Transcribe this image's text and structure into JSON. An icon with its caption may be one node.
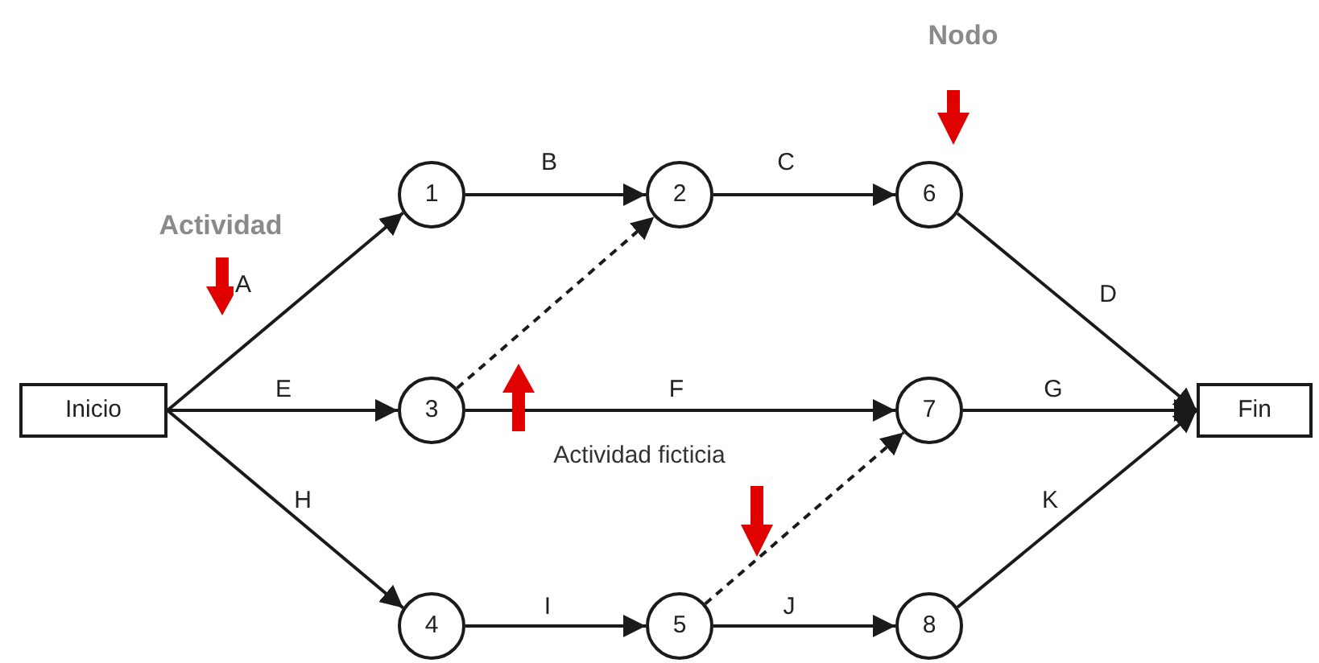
{
  "diagram": {
    "nodes": [
      {
        "text": [
          "Inicio"
        ]
      },
      {
        "text": [
          "1"
        ]
      },
      {
        "text": [
          "2"
        ]
      },
      {
        "text": [
          "6"
        ]
      },
      {
        "text": [
          "3"
        ]
      },
      {
        "text": [
          "7"
        ]
      },
      {
        "text": [
          "4"
        ]
      },
      {
        "text": [
          "5"
        ]
      },
      {
        "text": [
          "8"
        ]
      },
      {
        "text": [
          "Fin"
        ]
      }
    ],
    "edges": [
      {
        "from": 0,
        "to": 1,
        "arrow": "to",
        "label": "A"
      },
      {
        "from": 1,
        "to": 2,
        "arrow": "to",
        "label": "B"
      },
      {
        "from": 2,
        "to": 3,
        "arrow": "to",
        "label": "C"
      },
      {
        "from": 3,
        "to": 9,
        "arrow": "to",
        "label": "D"
      },
      {
        "from": 0,
        "to": 4,
        "arrow": "to",
        "label": "E"
      },
      {
        "from": 4,
        "to": 5,
        "arrow": "to",
        "label": "F"
      },
      {
        "from": 5,
        "to": 9,
        "arrow": "to",
        "label": "G"
      },
      {
        "from": 0,
        "to": 6,
        "arrow": "to",
        "label": "H"
      },
      {
        "from": 6,
        "to": 7,
        "arrow": "to",
        "label": "I"
      },
      {
        "from": 7,
        "to": 8,
        "arrow": "to",
        "label": "J"
      },
      {
        "from": 8,
        "to": 9,
        "arrow": "to",
        "label": "K"
      },
      {
        "from": 4,
        "to": 2,
        "arrow": "to",
        "style": "dashed"
      },
      {
        "from": 7,
        "to": 5,
        "arrow": "to",
        "style": "dashed"
      }
    ],
    "labels": [
      "Nodo",
      "Actividad",
      "Actividad ficticia"
    ]
  }
}
